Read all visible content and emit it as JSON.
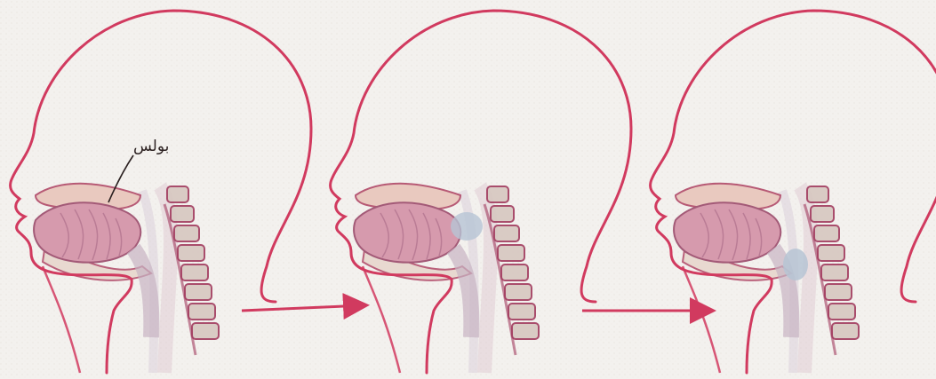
{
  "figure": {
    "label": "بولس",
    "stages": [
      {
        "id": "stage-1",
        "label_visible": true
      },
      {
        "id": "stage-2",
        "label_visible": false
      },
      {
        "id": "stage-3",
        "label_visible": false
      }
    ],
    "arrows": [
      {
        "from": "stage-1",
        "to": "stage-2"
      },
      {
        "from": "stage-2",
        "to": "stage-3"
      }
    ],
    "colors": {
      "outline": "#d13a5f",
      "tongue": "#d69aad",
      "tongue_dark": "#a35a77",
      "palate": "#e9c7bd",
      "bone": "#e7d7cd",
      "vertebra": "#d7c7c0",
      "bolus": "#b6c4d4",
      "throat": "#c8b3c3",
      "arrow": "#d13a5f",
      "paper": "#f3f1ee"
    }
  }
}
